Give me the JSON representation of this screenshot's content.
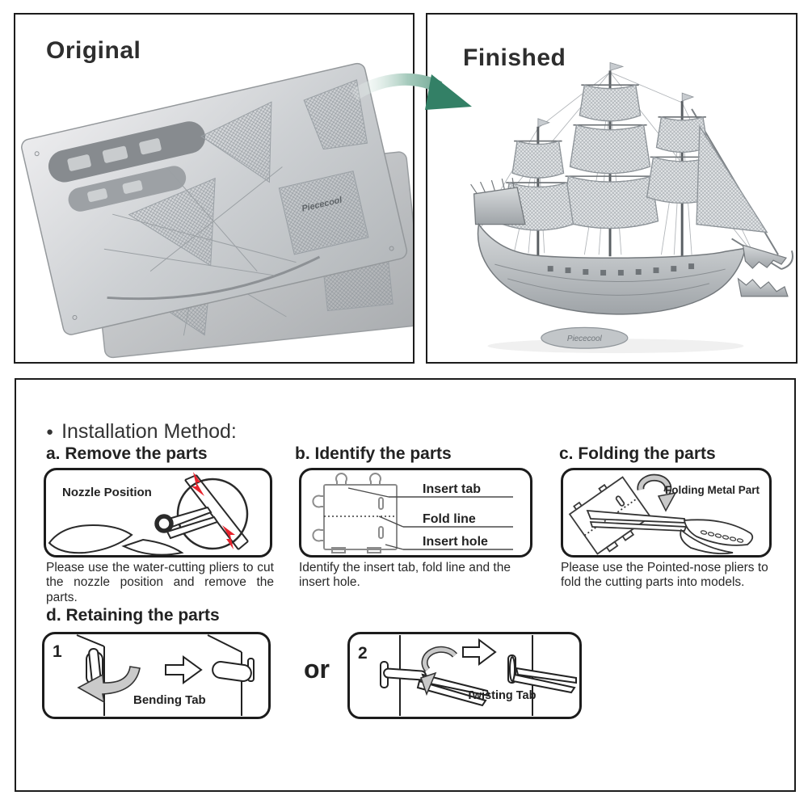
{
  "top": {
    "original_panel": {
      "title": "Original",
      "sheet_brand": "Piececool"
    },
    "finished_panel": {
      "title": "Finished",
      "nameplate": "Piececool"
    },
    "arrow_icon": "curved-green-arrow"
  },
  "installation": {
    "bullet": "●",
    "heading": "Installation Method:",
    "step_a": {
      "title": "a. Remove the parts",
      "diagram_label": "Nozzle Position",
      "caption": "Please use the water-cutting pliers to cut the nozzle position and remove the parts."
    },
    "step_b": {
      "title": "b. Identify the parts",
      "labels": [
        "Insert tab",
        "Fold line",
        "Insert hole"
      ],
      "caption": "Identify the insert tab, fold line and the insert hole."
    },
    "step_c": {
      "title": "c. Folding the parts",
      "diagram_label": "Folding Metal Part",
      "caption": "Please use the Pointed-nose pliers to fold the cutting parts into models."
    },
    "step_d": {
      "title": "d. Retaining the parts",
      "option_1": {
        "number": "1",
        "label": "Bending Tab"
      },
      "connector": "or",
      "option_2": {
        "number": "2",
        "label": "Twisting Tab"
      }
    }
  },
  "colors": {
    "arrow_green": "#338066",
    "accent_red": "#e8232d",
    "ink": "#2b2b2b",
    "metal_light": "#e6e8ea",
    "metal_dark": "#aeb2b6"
  }
}
